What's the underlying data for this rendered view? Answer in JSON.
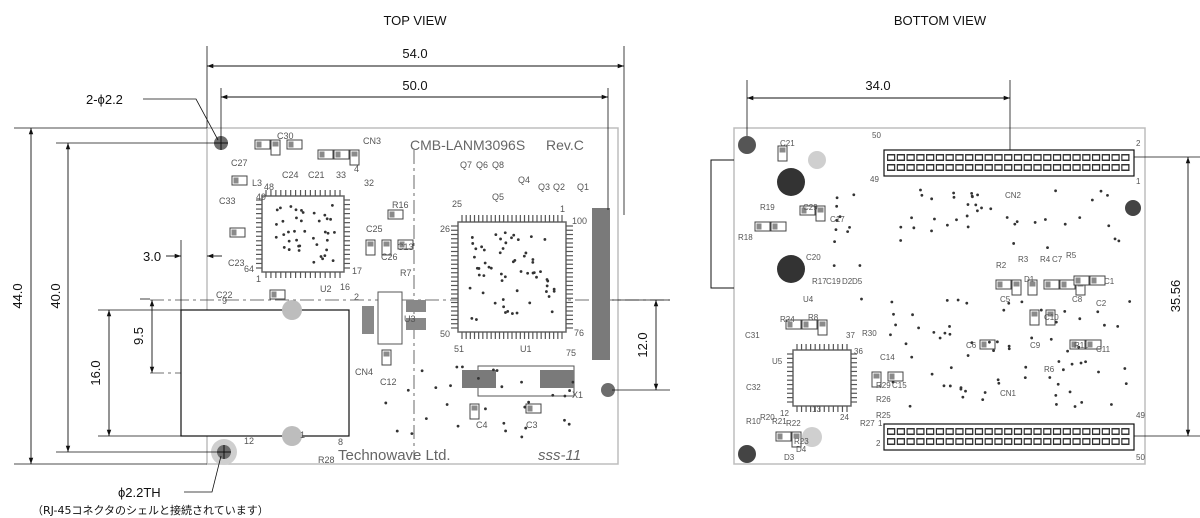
{
  "views": {
    "top_title": "TOP VIEW",
    "bottom_title": "BOTTOM VIEW"
  },
  "top_dims": {
    "width_overall": "54.0",
    "width_holes": "50.0",
    "height_overall": "44.0",
    "height_inner": "40.0",
    "jack_offset": "3.0",
    "jack_height": "16.0",
    "jack_center": "9.5",
    "hole_right": "12.0",
    "hole_tl": "2-ϕ2.2",
    "hole_bl": "ϕ2.2TH",
    "hole_bl_note": "（RJ-45コネクタのシェルと接続されています）"
  },
  "bottom_dims": {
    "connector_offset": "34.0",
    "connector_pitch": "35.56"
  },
  "top_silk": {
    "model": "CMB-LANM3096S",
    "rev": "Rev.C",
    "maker": "Technowave Ltd.",
    "brand": "sss-11",
    "labels": [
      {
        "t": "C30"
      },
      {
        "t": "CN3"
      },
      {
        "t": "C27"
      },
      {
        "t": "L3"
      },
      {
        "t": "C24"
      },
      {
        "t": "C21"
      },
      {
        "t": "33"
      },
      {
        "t": "4"
      },
      {
        "t": "32"
      },
      {
        "t": "48"
      },
      {
        "t": "49"
      },
      {
        "t": "C33"
      },
      {
        "t": "C25"
      },
      {
        "t": "R16"
      },
      {
        "t": "25"
      },
      {
        "t": "26"
      },
      {
        "t": "Q7"
      },
      {
        "t": "Q6"
      },
      {
        "t": "Q8"
      },
      {
        "t": "Q4"
      },
      {
        "t": "Q3"
      },
      {
        "t": "Q2"
      },
      {
        "t": "Q1"
      },
      {
        "t": "Q5"
      },
      {
        "t": "1"
      },
      {
        "t": "100"
      },
      {
        "t": "C23"
      },
      {
        "t": "64"
      },
      {
        "t": "1"
      },
      {
        "t": "17"
      },
      {
        "t": "C26"
      },
      {
        "t": "C13"
      },
      {
        "t": "R7"
      },
      {
        "t": "C22"
      },
      {
        "t": "U2"
      },
      {
        "t": "16"
      },
      {
        "t": "9"
      },
      {
        "t": "2"
      },
      {
        "t": "U3"
      },
      {
        "t": "50"
      },
      {
        "t": "51"
      },
      {
        "t": "U1"
      },
      {
        "t": "75"
      },
      {
        "t": "76"
      },
      {
        "t": "CN4"
      },
      {
        "t": "C12"
      },
      {
        "t": "X1"
      },
      {
        "t": "C4"
      },
      {
        "t": "C3"
      },
      {
        "t": "12"
      },
      {
        "t": "1"
      },
      {
        "t": "8"
      },
      {
        "t": "R28"
      }
    ]
  },
  "bottom_silk": {
    "labels": [
      {
        "t": "C21"
      },
      {
        "t": "50"
      },
      {
        "t": "2"
      },
      {
        "t": "49"
      },
      {
        "t": "1"
      },
      {
        "t": "CN2"
      },
      {
        "t": "C29"
      },
      {
        "t": "R19"
      },
      {
        "t": "R18"
      },
      {
        "t": "C17"
      },
      {
        "t": "C20"
      },
      {
        "t": "R17"
      },
      {
        "t": "C19"
      },
      {
        "t": "D2"
      },
      {
        "t": "D5"
      },
      {
        "t": "R2"
      },
      {
        "t": "R3"
      },
      {
        "t": "R4"
      },
      {
        "t": "C7"
      },
      {
        "t": "R5"
      },
      {
        "t": "C1"
      },
      {
        "t": "D1"
      },
      {
        "t": "C5"
      },
      {
        "t": "C8"
      },
      {
        "t": "C2"
      },
      {
        "t": "C10"
      },
      {
        "t": "U4"
      },
      {
        "t": "R8"
      },
      {
        "t": "R24"
      },
      {
        "t": "37"
      },
      {
        "t": "R30"
      },
      {
        "t": "36"
      },
      {
        "t": "C31"
      },
      {
        "t": "U5"
      },
      {
        "t": "C14"
      },
      {
        "t": "C6"
      },
      {
        "t": "C9"
      },
      {
        "t": "R11"
      },
      {
        "t": "C11"
      },
      {
        "t": "R6"
      },
      {
        "t": "C32"
      },
      {
        "t": "R29"
      },
      {
        "t": "R26"
      },
      {
        "t": "C15"
      },
      {
        "t": "CN1"
      },
      {
        "t": "12"
      },
      {
        "t": "13"
      },
      {
        "t": "R10"
      },
      {
        "t": "R20"
      },
      {
        "t": "R21"
      },
      {
        "t": "R22"
      },
      {
        "t": "R25"
      },
      {
        "t": "R23"
      },
      {
        "t": "R27"
      },
      {
        "t": "24"
      },
      {
        "t": "D3"
      },
      {
        "t": "D4"
      },
      {
        "t": "1"
      },
      {
        "t": "49"
      },
      {
        "t": "2"
      },
      {
        "t": "50"
      }
    ]
  }
}
